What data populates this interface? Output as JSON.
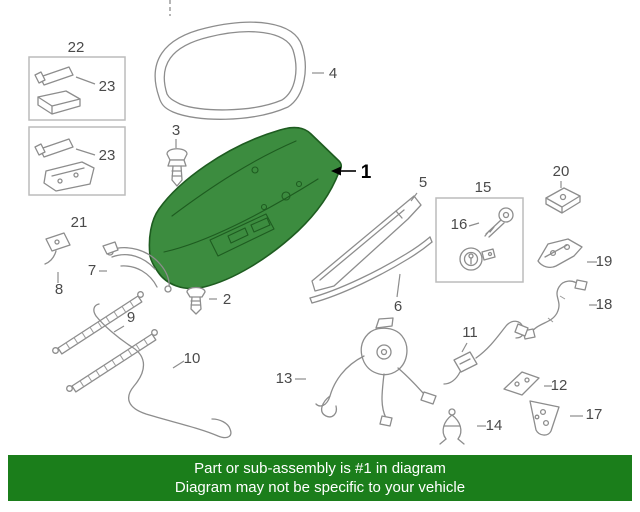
{
  "banner": {
    "line1": "Part or sub-assembly is #1 in diagram",
    "line2": "Diagram may not be specific to your vehicle"
  },
  "highlighted_part": "1",
  "colors": {
    "highlight_fill": "#3c8c3f",
    "highlight_outline": "#1e5c20",
    "banner_background": "#1b7e1b",
    "banner_text": "#ffffff",
    "line_art": "#8d8d8d",
    "callout_text": "#4a4a4a"
  },
  "callouts": {
    "p1": "1",
    "p2": "2",
    "p3": "3",
    "p4": "4",
    "p5": "5",
    "p6": "6",
    "p7": "7",
    "p8": "8",
    "p9": "9",
    "p10": "10",
    "p11": "11",
    "p12": "12",
    "p13": "13",
    "p14": "14",
    "p15": "15",
    "p16": "16",
    "p17": "17",
    "p18": "18",
    "p19": "19",
    "p20": "20",
    "p21": "21",
    "p22": "22",
    "p23a": "23",
    "p23b": "23"
  }
}
